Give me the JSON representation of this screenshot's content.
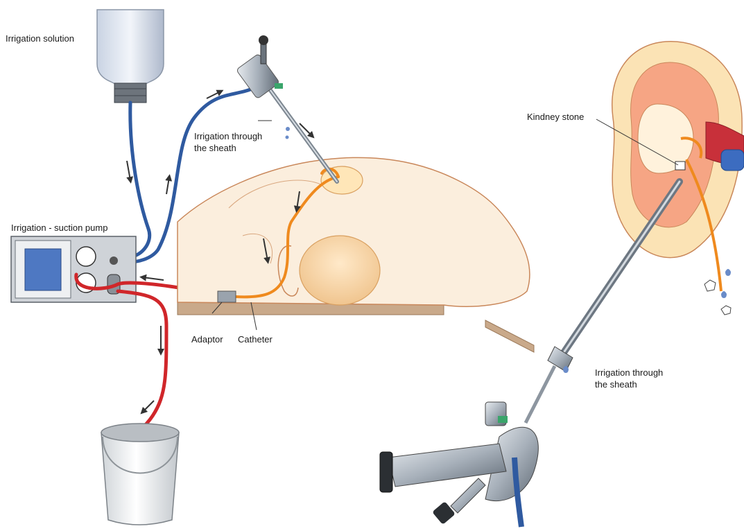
{
  "labels": {
    "irrigation_solution": "Irrigation solution",
    "irrigation_sheath_top_line1": "Irrigation through",
    "irrigation_sheath_top_line2": "the sheath",
    "pump": "Irrigation - suction pump",
    "adaptor": "Adaptor",
    "catheter": "Catheter",
    "kidney_stone": "Kindney stone",
    "irrigation_sheath_bottom_line1": "Irrigation through",
    "irrigation_sheath_bottom_line2": "the sheath"
  },
  "colors": {
    "inflow_tube": "#2f5aa0",
    "outflow_tube": "#d0262a",
    "catheter": "#ef8a1e",
    "skin": "#fbeedd",
    "skin_outline": "#c9875a",
    "table": "#c9a98a",
    "metal": "#9aa3ad"
  }
}
